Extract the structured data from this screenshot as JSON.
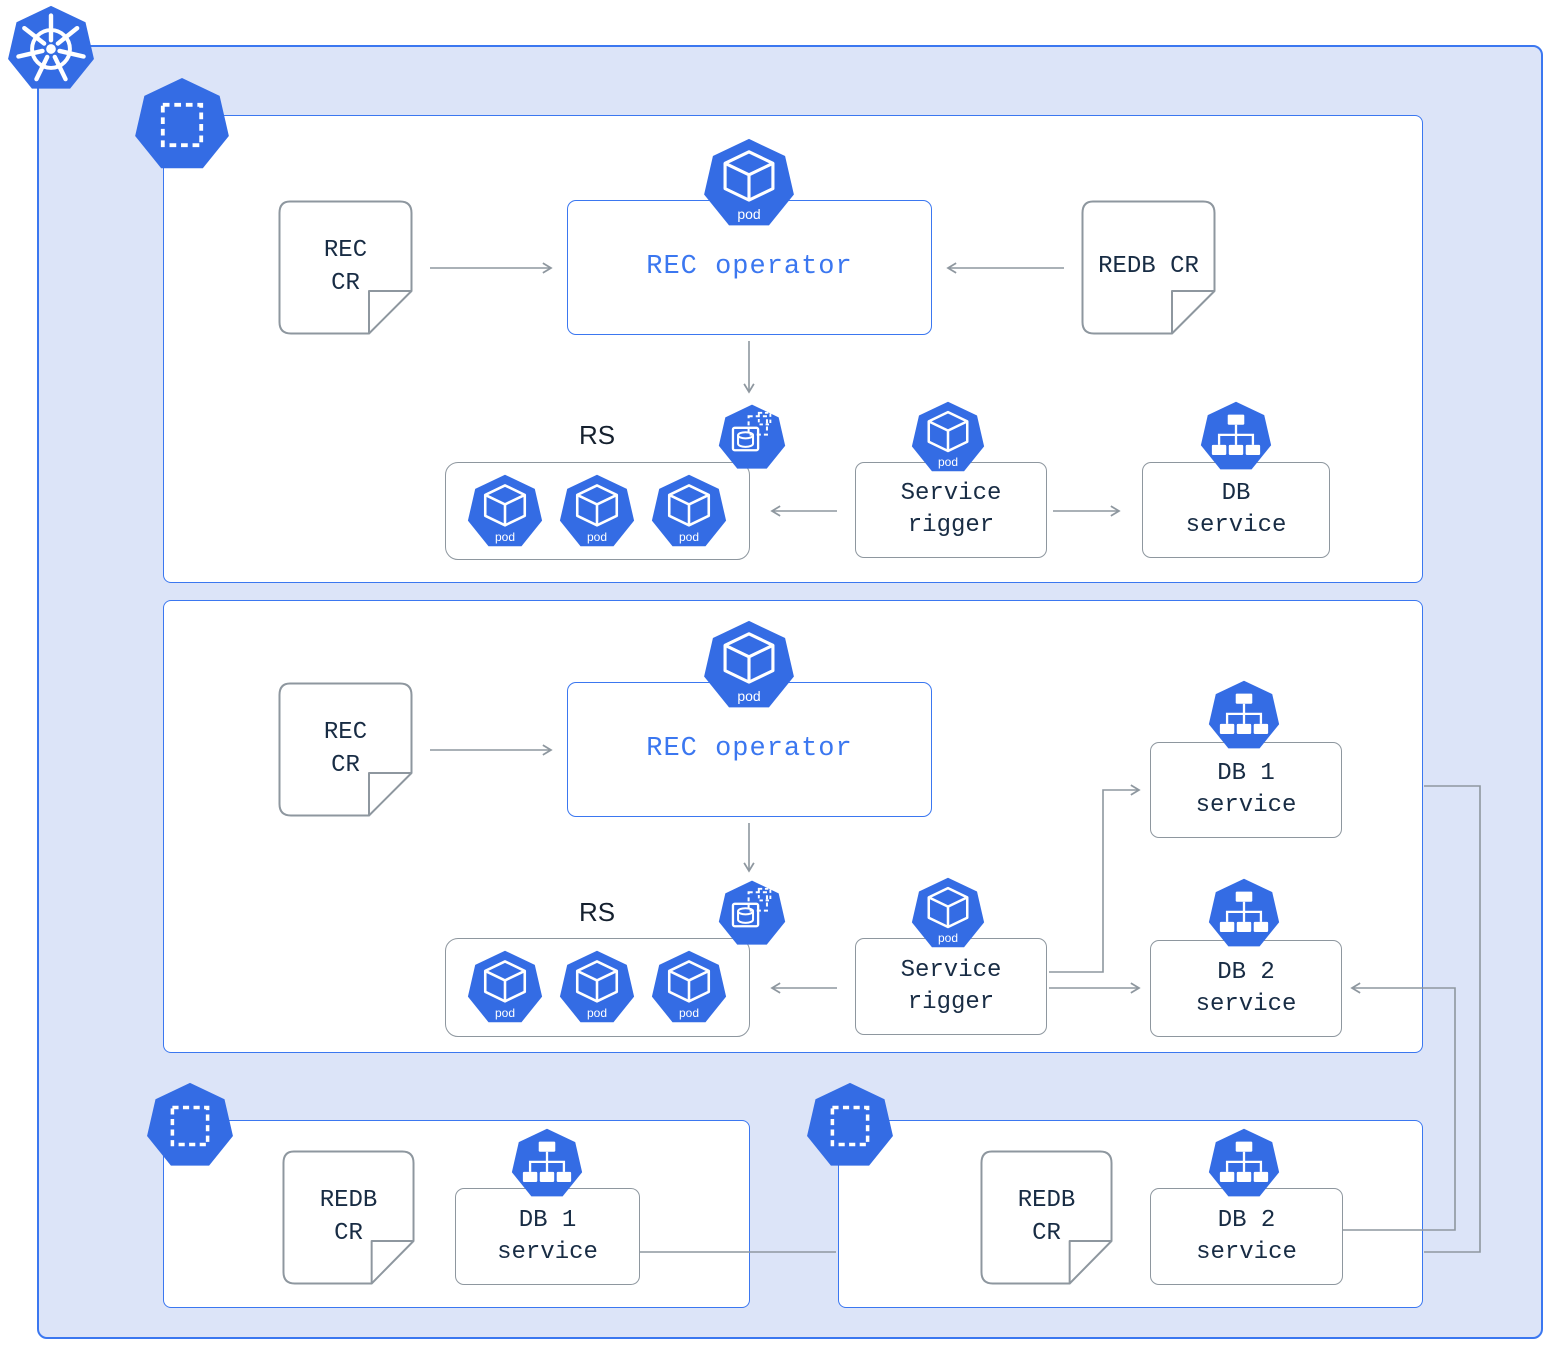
{
  "colors": {
    "kubernetes_blue": "#346ce4",
    "panel_border": "#3b77f0",
    "canvas_fill": "#dce4f8",
    "box_border_gray": "#8e979f",
    "arrow_gray": "#8e979f",
    "text_dark": "#182c44",
    "text_blue": "#3b77f0"
  },
  "icons": {
    "kubernetes_logo": "kubernetes-wheel",
    "namespace": "heptagon-dashed-square",
    "pod": "heptagon-cube",
    "replicaset": "heptagon-cylinder-frames",
    "service": "heptagon-node-tree"
  },
  "labels": {
    "pod": "pod"
  },
  "top_namespace": {
    "rec_cr": {
      "line1": "REC",
      "line2": "CR"
    },
    "rec_operator": "REC operator",
    "redb_cr": "REDB CR",
    "rs_label": "RS",
    "service_rigger": {
      "line1": "Service",
      "line2": "rigger"
    },
    "db_service": {
      "line1": "DB",
      "line2": "service"
    }
  },
  "middle_namespace": {
    "rec_cr": {
      "line1": "REC",
      "line2": "CR"
    },
    "rec_operator": "REC operator",
    "rs_label": "RS",
    "service_rigger": {
      "line1": "Service",
      "line2": "rigger"
    },
    "db1_service": {
      "line1": "DB 1",
      "line2": "service"
    },
    "db2_service": {
      "line1": "DB 2",
      "line2": "service"
    }
  },
  "bottom_left_namespace": {
    "redb_cr": {
      "line1": "REDB",
      "line2": "CR"
    },
    "db1_service": {
      "line1": "DB 1",
      "line2": "service"
    }
  },
  "bottom_right_namespace": {
    "redb_cr": {
      "line1": "REDB",
      "line2": "CR"
    },
    "db2_service": {
      "line1": "DB 2",
      "line2": "service"
    }
  }
}
